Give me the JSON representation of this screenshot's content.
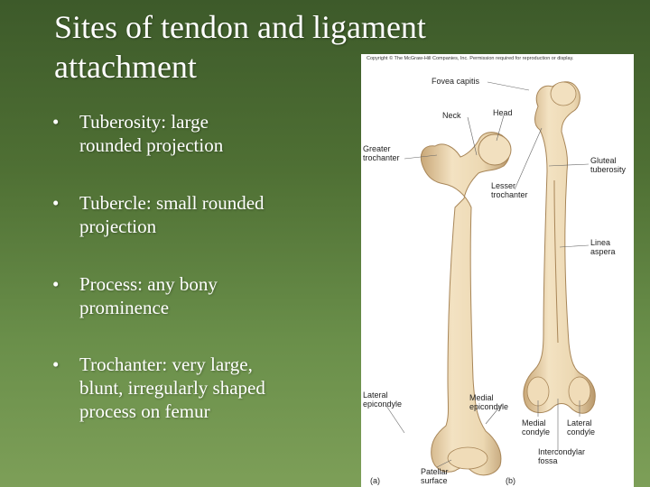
{
  "slide": {
    "title_line1": "Sites of tendon and ligament",
    "title_line2": "attachment",
    "bullets": [
      {
        "line1": "Tuberosity:  large",
        "line2": "rounded projection"
      },
      {
        "line1": "Tubercle:  small rounded",
        "line2": "projection"
      },
      {
        "line1": "Process:  any bony",
        "line2": "prominence"
      },
      {
        "line1": "Trochanter: very large,",
        "line2": "blunt, irregularly shaped",
        "line3": "process on femur"
      }
    ],
    "bullet_symbol": "•"
  },
  "figure": {
    "copyright": "Copyright © The McGraw-Hill Companies, Inc. Permission required for reproduction or display.",
    "labels": {
      "fovea_capitis": "Fovea capitis",
      "neck": "Neck",
      "head": "Head",
      "greater_trochanter_1": "Greater",
      "greater_trochanter_2": "trochanter",
      "lesser_trochanter_1": "Lesser",
      "lesser_trochanter_2": "trochanter",
      "gluteal_tuberosity_1": "Gluteal",
      "gluteal_tuberosity_2": "tuberosity",
      "linea_aspera_1": "Linea",
      "linea_aspera_2": "aspera",
      "lateral_epicondyle_1": "Lateral",
      "lateral_epicondyle_2": "epicondyle",
      "medial_epicondyle_1": "Medial",
      "medial_epicondyle_2": "epicondyle",
      "medial_condyle_1": "Medial",
      "medial_condyle_2": "condyle",
      "lateral_condyle_1": "Lateral",
      "lateral_condyle_2": "condyle",
      "intercondylar_fossa_1": "Intercondylar",
      "intercondylar_fossa_2": "fossa",
      "patellar_surface_1": "Patellar",
      "patellar_surface_2": "surface",
      "panel_a": "(a)",
      "panel_b": "(b)"
    },
    "bone_color": "#ecd8b2",
    "bone_shadow": "#c9a878"
  }
}
